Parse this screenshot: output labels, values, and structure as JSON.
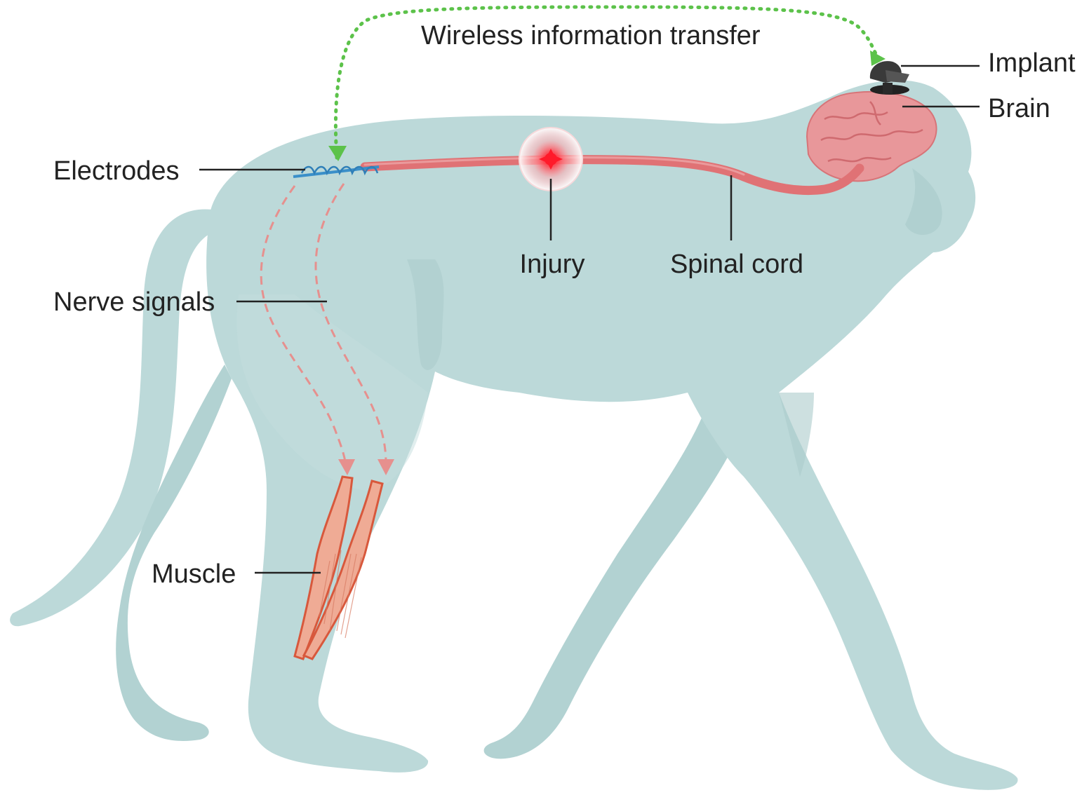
{
  "diagram": {
    "colors": {
      "body": "#bcd9d9",
      "body_shadow": "#a9cbcb",
      "spinal_cord": "#e07275",
      "brain": "#e8979a",
      "muscle": "#e8846a",
      "wireless_link": "#5cc24a",
      "nerve_signal": "#e6908e",
      "electrodes": "#3a8fc9",
      "injury": "#ff1a2a",
      "implant": "#333333",
      "leader_line": "#222222"
    },
    "labels": {
      "wireless": "Wireless information transfer",
      "implant": "Implant",
      "brain": "Brain",
      "electrodes": "Electrodes",
      "injury": "Injury",
      "spinal_cord": "Spinal cord",
      "nerve_signals": "Nerve signals",
      "muscle": "Muscle"
    },
    "icons": {
      "implant": "implant-device-icon",
      "injury": "injury-burst-icon",
      "electrodes": "electrode-coil-icon"
    }
  }
}
